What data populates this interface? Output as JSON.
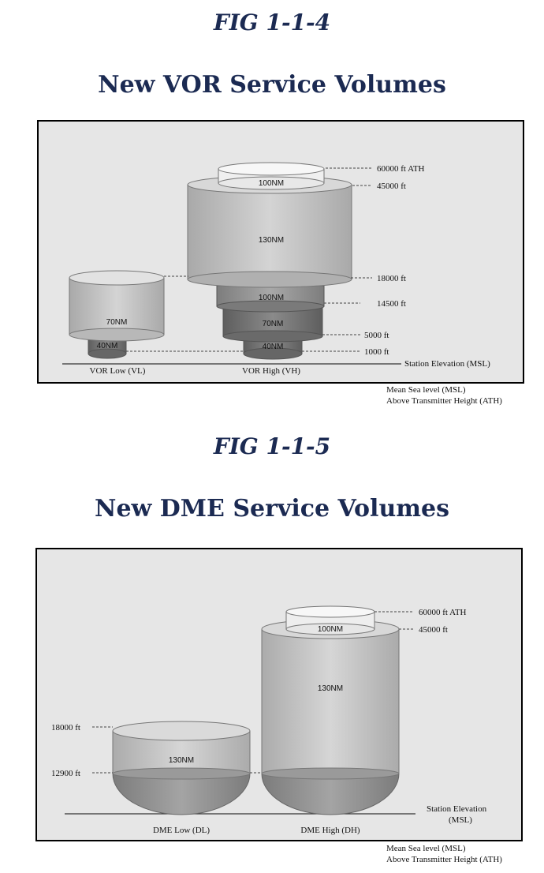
{
  "figures": [
    {
      "number": "FIG 1-1-4",
      "title": "New VOR Service Volumes",
      "volume_labels": {
        "vl_70": "70NM",
        "vl_40": "40NM",
        "vh_100_top": "100NM",
        "vh_130": "130NM",
        "vh_100": "100NM",
        "vh_70": "70NM",
        "vh_40": "40NM"
      },
      "altitudes": {
        "a60000": "60000 ft ATH",
        "a45000": "45000 ft",
        "a18000": "18000 ft",
        "a14500": "14500 ft",
        "a5000": "5000 ft",
        "a1000": "1000 ft"
      },
      "ground_label": "Station Elevation (MSL)",
      "station_labels": {
        "low": "VOR Low (VL)",
        "high": "VOR High (VH)"
      },
      "legend": {
        "msl": "Mean Sea level (MSL)",
        "ath": "Above Transmitter Height (ATH)"
      }
    },
    {
      "number": "FIG 1-1-5",
      "title": "New DME Service Volumes",
      "volume_labels": {
        "dh_100": "100NM",
        "dh_130": "130NM",
        "dl_130": "130NM"
      },
      "altitudes": {
        "a60000": "60000 ft ATH",
        "a45000": "45000 ft",
        "a18000": "18000 ft",
        "a12900": "12900 ft"
      },
      "ground_label_1": "Station Elevation",
      "ground_label_2": "(MSL)",
      "station_labels": {
        "low": "DME Low (DL)",
        "high": "DME High (DH)"
      },
      "legend": {
        "msl": "Mean Sea level (MSL)",
        "ath": "Above Transmitter Height (ATH)"
      }
    }
  ],
  "colors": {
    "title": "#1b2a52",
    "panel": "#e6e6e6"
  }
}
